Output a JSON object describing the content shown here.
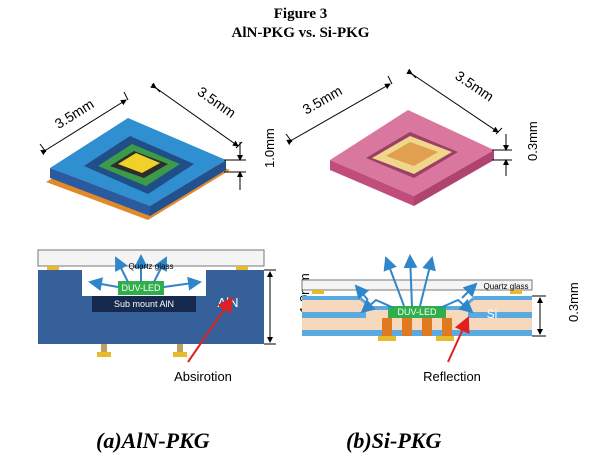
{
  "figure": {
    "title": "Figure 3",
    "subtitle": "AlN-PKG vs. Si-PKG"
  },
  "panel_a": {
    "caption": "(a)AlN-PKG",
    "dim_width": "3.5mm",
    "dim_depth": "3.5mm",
    "dim_height": "1.0mm",
    "quartz_label": "Quartz glass",
    "led_label": "DUV-LED",
    "submount_label": "Sub mount AlN",
    "material_label": "AlN",
    "section_height": "1.0mm",
    "callout": "Absirotion"
  },
  "panel_b": {
    "caption": "(b)Si-PKG",
    "dim_width": "3.5mm",
    "dim_depth": "3.5mm",
    "dim_height": "0.3mm",
    "quartz_label": "Quartz glass",
    "led_label": "DUV-LED",
    "material_label": "Si",
    "section_height": "0.3mm",
    "callout": "Reflection"
  },
  "colors": {
    "aln_body": "#35609a",
    "aln_top": "#2f8fd0",
    "aln_base": "#e08a2a",
    "si_top": "#d9779f",
    "si_inner": "#f0d68a",
    "si_layer": "#f6d9bd",
    "coating": "#5aa9e0",
    "led": "#2fae4a",
    "arrow": "#2f86c9",
    "pad": "#e8b92a",
    "callout_arrow": "#e02020"
  }
}
